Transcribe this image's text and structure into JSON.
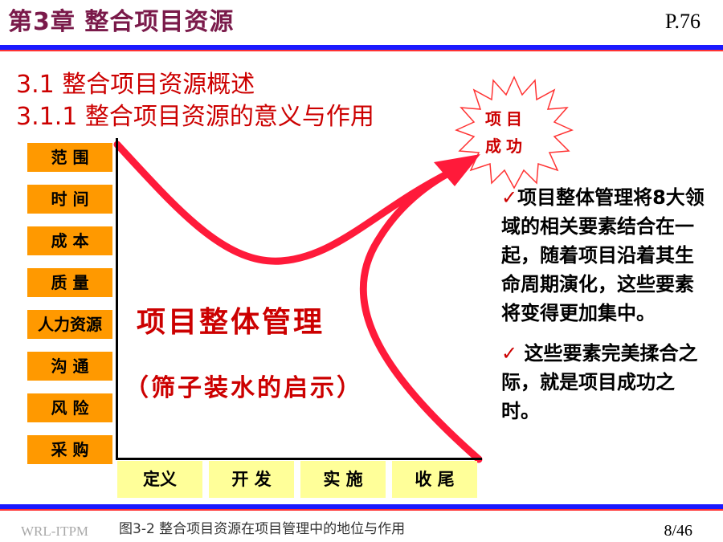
{
  "header": {
    "title": "第3章 整合项目资源",
    "page_ref": "P.76"
  },
  "sections": {
    "heading1": "3.1 整合项目资源概述",
    "heading2": "3.1.1 整合项目资源的意义与作用"
  },
  "diagram": {
    "areas": [
      "范 围",
      "时 间",
      "成 本",
      "质 量",
      "人力资源",
      "沟 通",
      "风 险",
      "采 购"
    ],
    "phases": [
      "定义",
      "开 发",
      "实 施",
      "收 尾"
    ],
    "center_title": "项目整体管理",
    "center_subtitle": "（筛子装水的启示）",
    "star_line1": "项目",
    "star_line2": "成功"
  },
  "right_text": {
    "check": "✓",
    "para1": "项目整体管理将8大领域的相关要素结合在一起，随着项目沿着其生命周期演化，这些要素将变得更加集中。",
    "para2": " 这些要素完美揉合之际，就是项目成功之时。"
  },
  "footer": {
    "left": "WRL-ITPM",
    "caption": "图3-2  整合项目资源在项目管理中的地位与作用",
    "page": "8/46"
  },
  "colors": {
    "accent_red": "#cc0000",
    "area_orange": "#ff9900",
    "phase_yellow": "#ffff99",
    "rule_blue": "#1a1aff"
  }
}
